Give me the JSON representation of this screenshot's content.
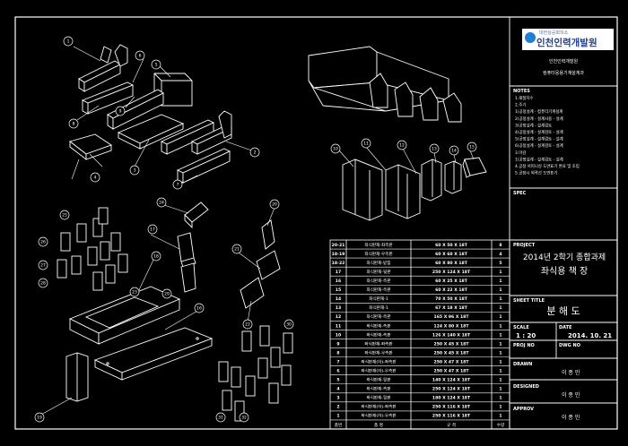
{
  "title_block": {
    "org_small": "대한상공회의소",
    "org_name": "인천인력개발원",
    "org_line2": "인천인력개발원",
    "dept": "컴퓨터응용기계설계과",
    "notes_title": "NOTES",
    "notes": [
      "1.재질치수",
      "2.주기",
      "1)공정설계 - 컴퓨터기계설계",
      "2)공정설계 - 설계사용 - 설계",
      "3)공정설계 - 설계검토",
      "4)공정설계 - 설계검토 - 설계",
      "5)공정설계 - 설계검토 - 설계",
      "6)공정설계 - 설계검토 - 설계",
      "3.마감",
      "1)공정설계 - 설계검토 - 설계",
      "4.공정 서피니싱 도면표기 완료 및 조립",
      "5.공정시 외곽선 도면표기"
    ],
    "spec_label": "SPEC",
    "project_label": "PROJECT",
    "project_line1": "2014년 2학기 종합과제",
    "project_line2": "좌식용 책 장",
    "sheet_title_label": "SHEET TITLE",
    "sheet_title": "분 해 도",
    "scale_label": "SCALE",
    "scale_value": "1 : 20",
    "date_label": "DATE",
    "date_value": "2014. 10. 21",
    "proj_no_label": "PROJ NO",
    "dwg_no_label": "DWG NO",
    "drawn_label": "DRAWN",
    "drawn_value": "이 종 민",
    "designed_label": "DESIGNED",
    "designed_value": "이 종 민",
    "approved_label": "APPROV",
    "approved_value": "이 종 민"
  },
  "bom": {
    "headers": [
      "품번",
      "품 명",
      "규 격",
      "수량"
    ],
    "rows": [
      [
        "20-21",
        "좌식판재-좌측판",
        "60 X 50 X 18T",
        "8"
      ],
      [
        "18-19",
        "좌식판재-우측판",
        "60 X 60 X 18T",
        "4"
      ],
      [
        "18-22",
        "좌식판재-받침",
        "60 X 80 X 18T",
        "5"
      ],
      [
        "17",
        "좌식판재-뒷판",
        "250 X 124 X 18T",
        "1"
      ],
      [
        "16",
        "좌식판재-측판",
        "60 X 25 X 18T",
        "1"
      ],
      [
        "15",
        "좌식판재-측판",
        "60 X 22 X 18T",
        "1"
      ],
      [
        "14",
        "좌식판재-1",
        "70 X 50 X 18T",
        "1"
      ],
      [
        "13",
        "좌식판재-1",
        "67 X 18 X 18T",
        "1"
      ],
      [
        "12",
        "좌식판재-측판",
        "165 X 96 X 18T",
        "1"
      ],
      [
        "11",
        "좌식판재-측판",
        "124 X 80 X 18T",
        "1"
      ],
      [
        "10",
        "좌식판재-측판",
        "126 X 140 X 18T",
        "1"
      ],
      [
        "9",
        "좌식판재-좌측판",
        "250 X 45 X 18T",
        "1"
      ],
      [
        "8",
        "좌식판재-우측판",
        "250 X 45 X 18T",
        "1"
      ],
      [
        "7",
        "좌식판재(하)-좌측판",
        "250 X 47 X 18T",
        "1"
      ],
      [
        "6",
        "좌식판재(하)-우측판",
        "250 X 47 X 18T",
        "1"
      ],
      [
        "5",
        "좌식판재-뒷판",
        "140 X 124 X 18T",
        "1"
      ],
      [
        "4",
        "좌식판재-측판",
        "250 X 124 X 18T",
        "1"
      ],
      [
        "3",
        "좌식판재-뒷판",
        "180 X 124 X 18T",
        "1"
      ],
      [
        "2",
        "좌식판재(하)-좌측판",
        "250 X 116 X 18T",
        "1"
      ],
      [
        "1",
        "좌식판재(하)-우측판",
        "250 X 116 X 18T",
        "1"
      ]
    ]
  },
  "balloons": [
    "1",
    "2",
    "3",
    "4",
    "5",
    "6",
    "7",
    "8",
    "9",
    "10",
    "11",
    "12",
    "13",
    "14",
    "15",
    "16",
    "17",
    "18",
    "19",
    "20",
    "21",
    "22",
    "23",
    "24",
    "25",
    "26",
    "27",
    "28",
    "29",
    "30",
    "31",
    "32"
  ]
}
